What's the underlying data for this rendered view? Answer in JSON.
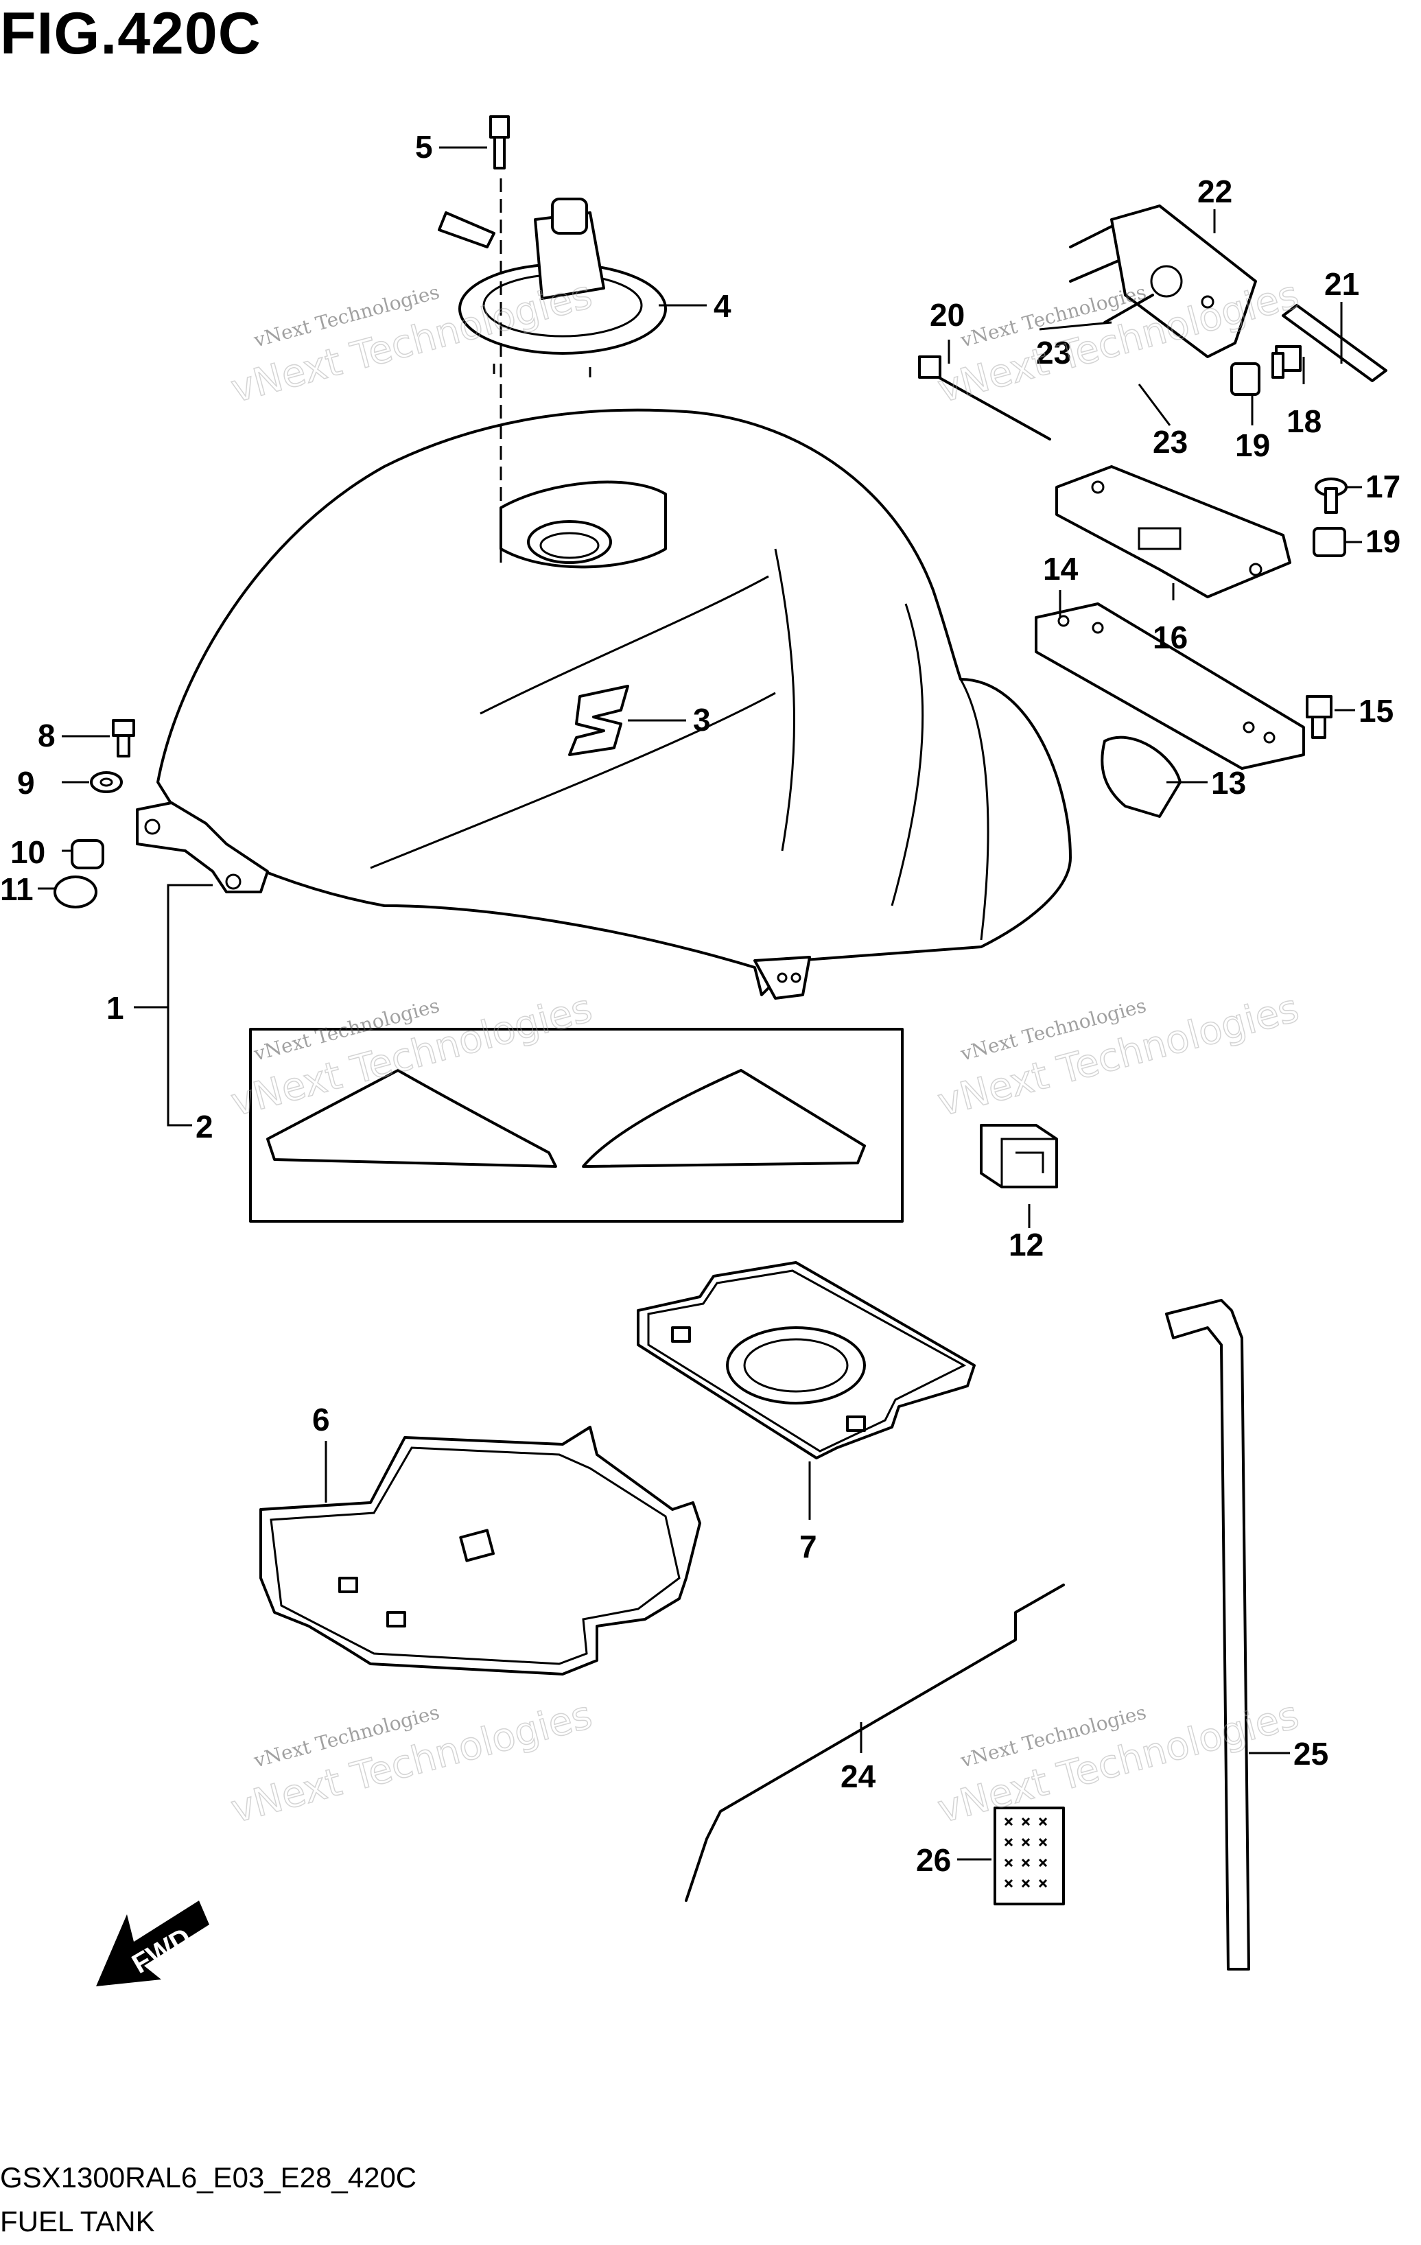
{
  "figure_title": "FIG.420C",
  "footer": {
    "code": "GSX1300RAL6_E03_E28_420C",
    "name": "FUEL TANK"
  },
  "watermark": {
    "line1": "vNext Technologies",
    "line2": "vNext Technologies"
  },
  "fwd_label": "FWD",
  "callouts": [
    "1",
    "2",
    "3",
    "4",
    "5",
    "6",
    "7",
    "8",
    "9",
    "10",
    "11",
    "12",
    "13",
    "14",
    "15",
    "16",
    "17",
    "18",
    "19",
    "19",
    "20",
    "21",
    "22",
    "23",
    "23",
    "24",
    "25",
    "26"
  ]
}
